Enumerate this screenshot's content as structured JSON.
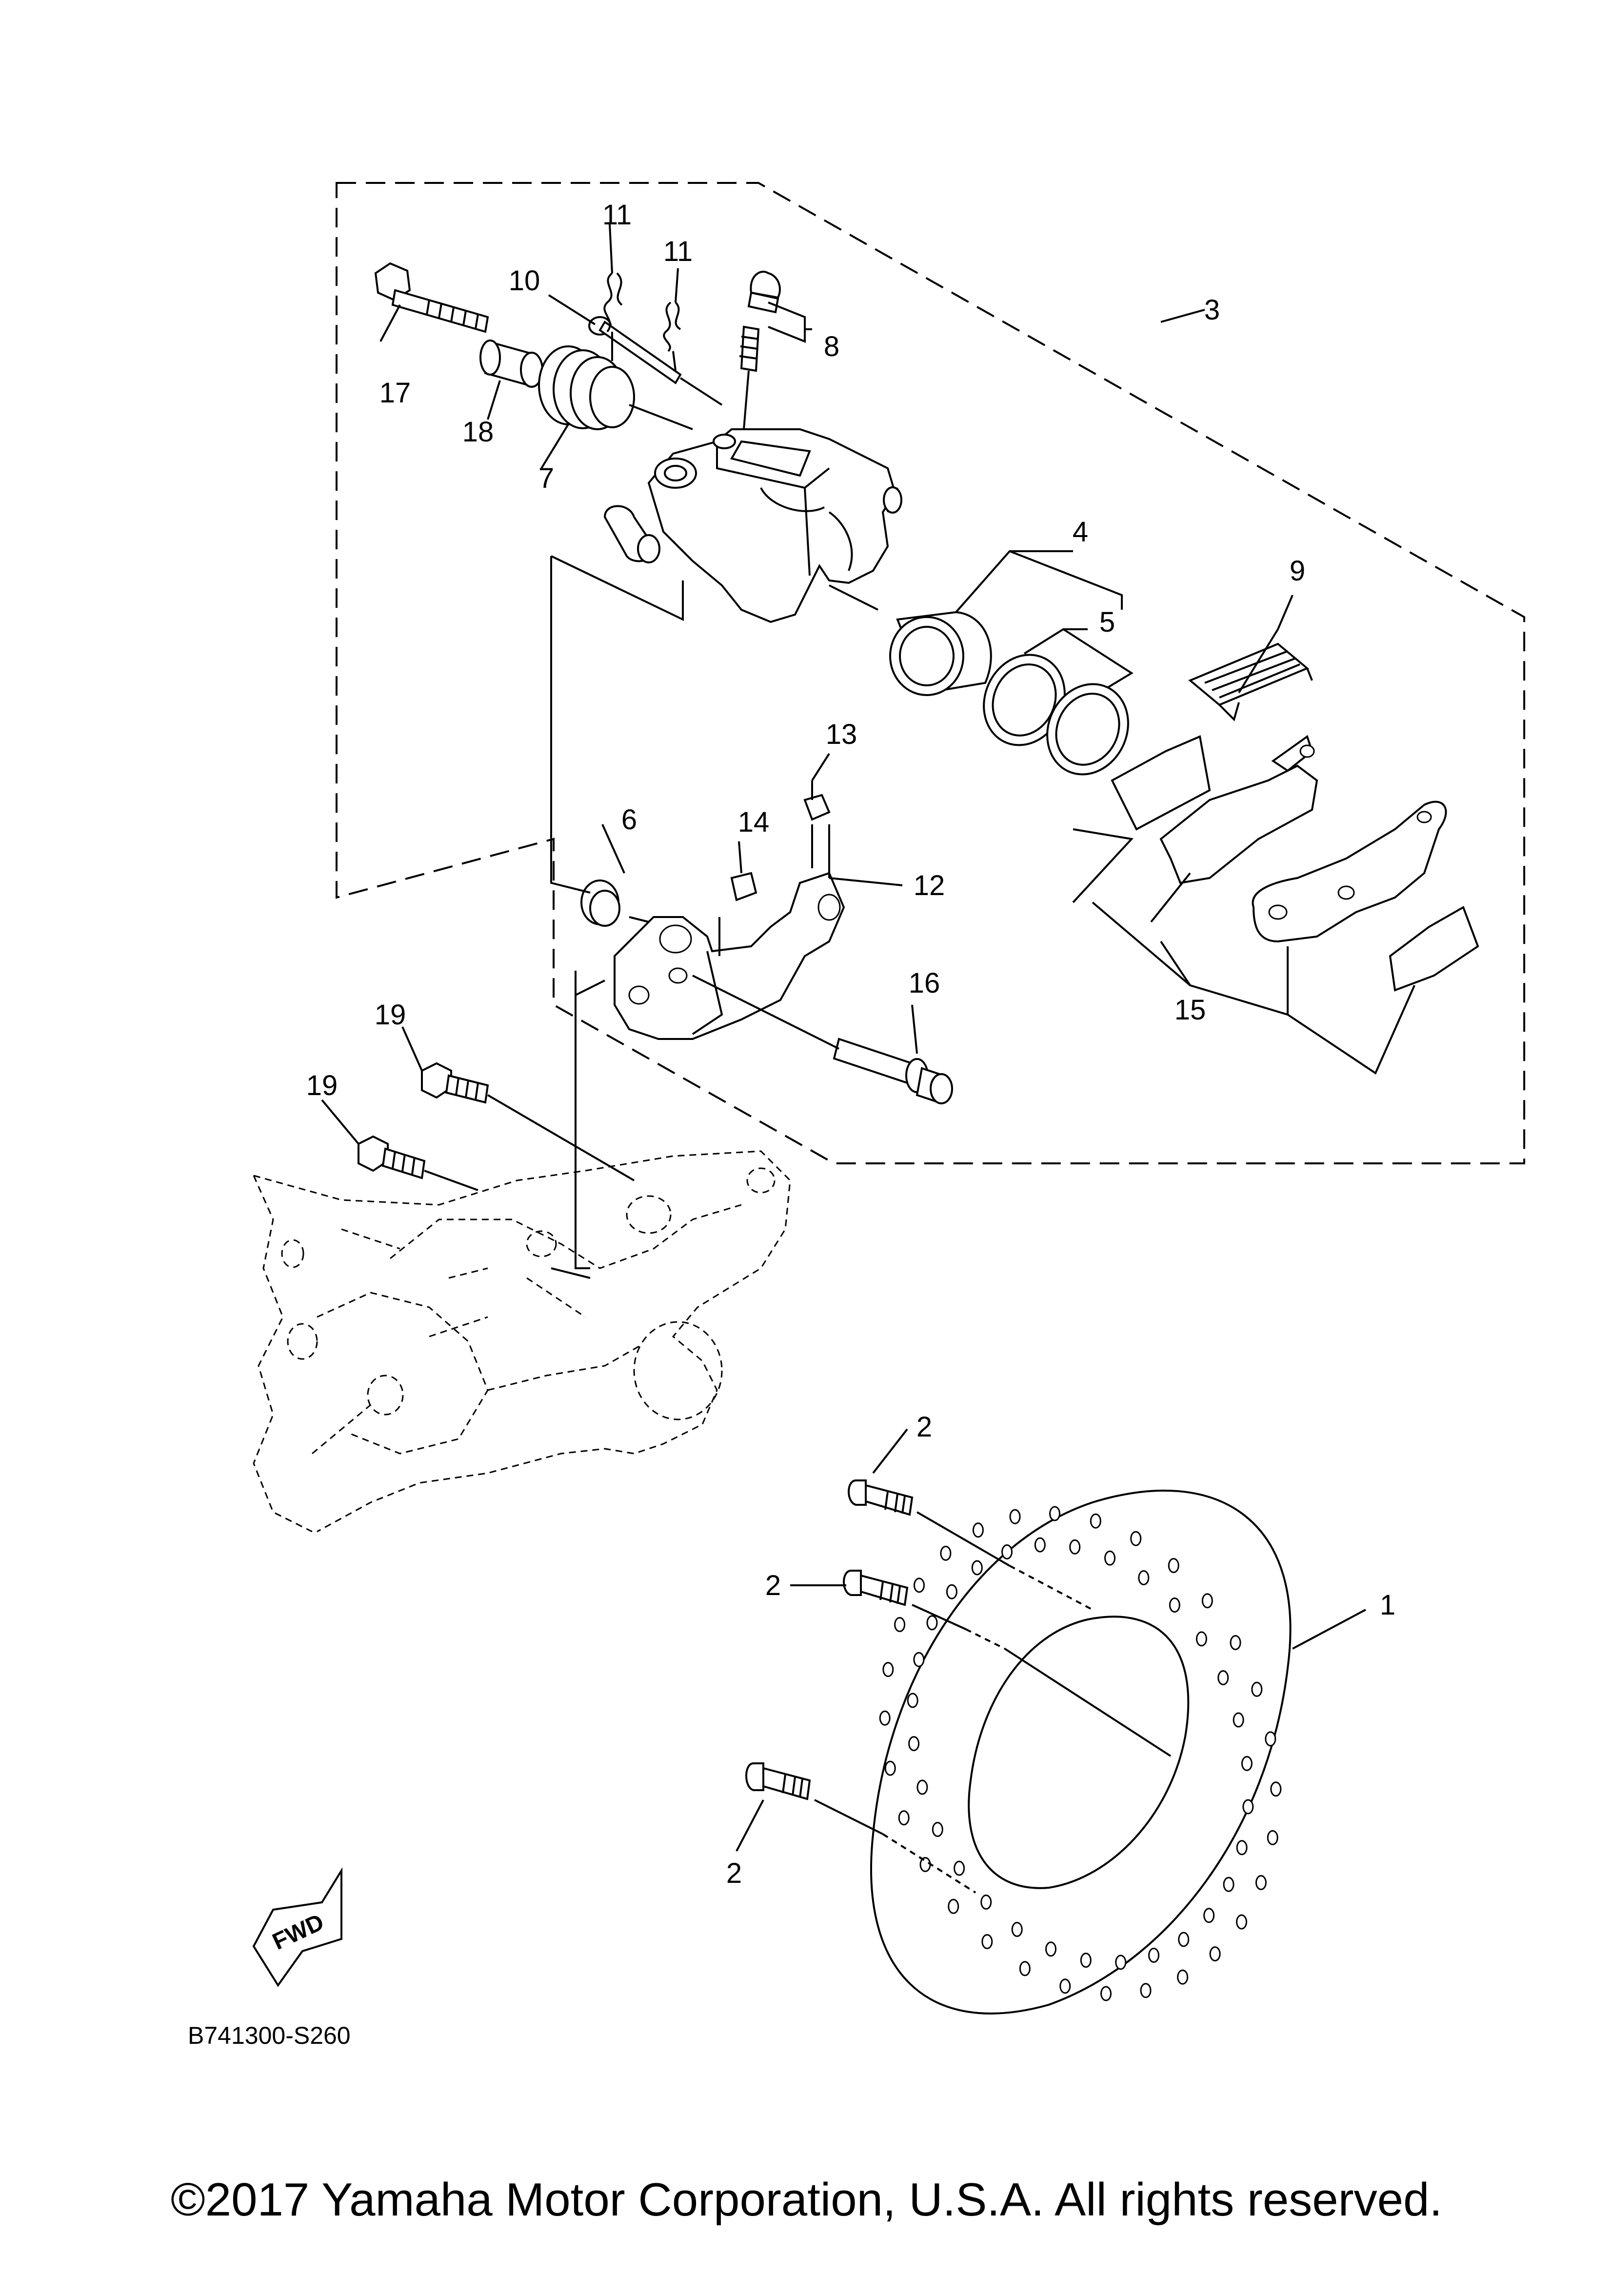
{
  "callouts": {
    "c1": "1",
    "c2a": "2",
    "c2b": "2",
    "c2c": "2",
    "c3": "3",
    "c4": "4",
    "c5": "5",
    "c6": "6",
    "c7": "7",
    "c8": "8",
    "c9": "9",
    "c10": "10",
    "c11a": "11",
    "c11b": "11",
    "c12": "12",
    "c13": "13",
    "c14": "14",
    "c15": "15",
    "c16": "16",
    "c17": "17",
    "c18": "18",
    "c19a": "19",
    "c19b": "19"
  },
  "fwd_label": "FWD",
  "diagram_code": "B741300-S260",
  "copyright": "©2017 Yamaha Motor Corporation, U.S.A. All rights reserved."
}
